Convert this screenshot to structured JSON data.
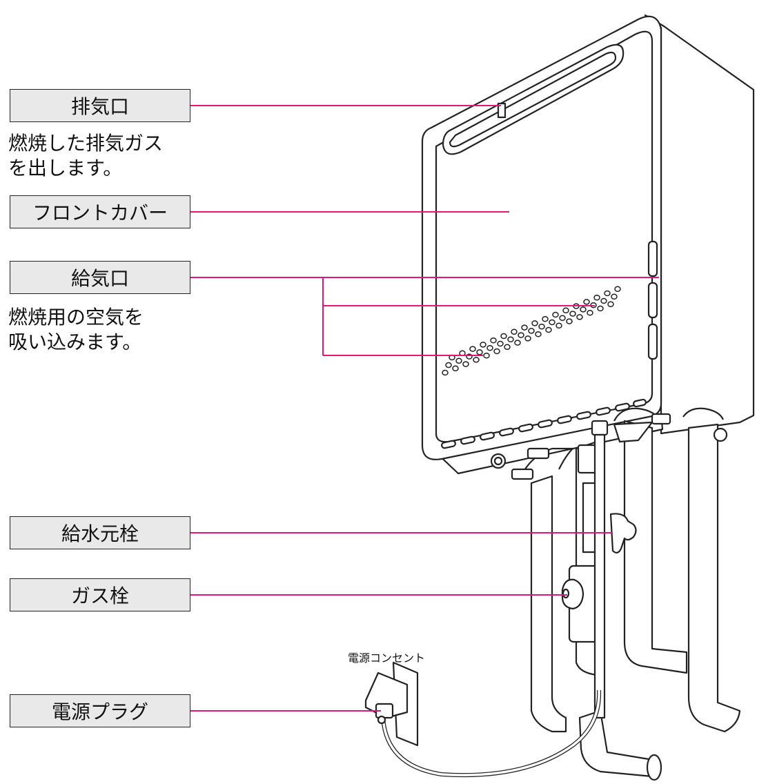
{
  "labels": {
    "exhaust": "排気口",
    "exhaust_desc": "燃焼した排気ガス\nを出します。",
    "front_cover": "フロントカバー",
    "intake": "給気口",
    "intake_desc": "燃焼用の空気を\n吸い込みます。",
    "water_valve": "給水元栓",
    "gas_valve": "ガス栓",
    "power_plug": "電源プラグ",
    "outlet": "電源コンセント"
  },
  "colors": {
    "leader_line": "#e0177a",
    "label_bg": "#e9e9e9",
    "outline": "#222222"
  }
}
